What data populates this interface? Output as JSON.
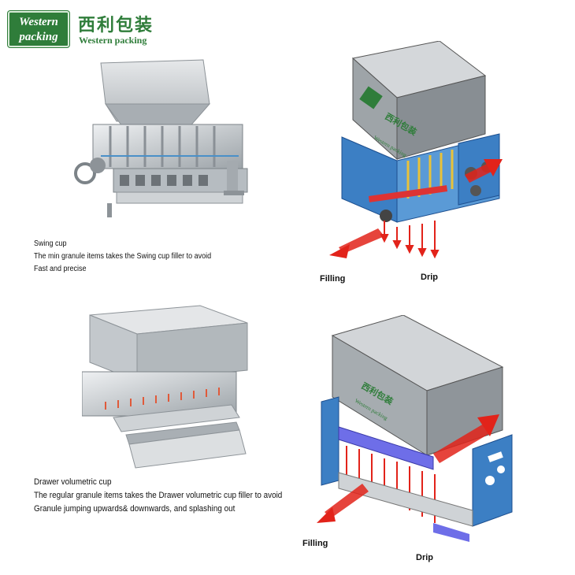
{
  "brand": {
    "logo_line1": "Western",
    "logo_line2": "packing",
    "name_cn": "西利包装",
    "name_en": "Western packing",
    "color": "#2f7d3a"
  },
  "section_swing": {
    "title": "Swing  cup",
    "line1": "The min granule items takes the Swing  cup filler to avoid",
    "line2": "Fast and precise"
  },
  "section_drawer": {
    "title": "Drawer volumetric cup",
    "line1": "The regular granule items takes the Drawer volumetric cup filler to avoid",
    "line2": "Granule jumping upwards& downwards, and splashing out"
  },
  "diagram_top": {
    "hopper_cn": "西利包装",
    "hopper_logo": "Western packing",
    "filling_label": "Filling",
    "drip_label": "Drip"
  },
  "diagram_bottom": {
    "hopper_cn": "西利包装",
    "hopper_logo": "Western packing",
    "filling_label": "Filling",
    "drip_label": "Drip"
  },
  "colors": {
    "arrow_red": "#e2231a",
    "frame_blue": "#3c7fc4",
    "frame_blue_dark": "#1d4f8f",
    "hopper_gray": "#9ea4a8",
    "steel": "#c9cdd1",
    "tray_purple": "#6e6ee8"
  }
}
